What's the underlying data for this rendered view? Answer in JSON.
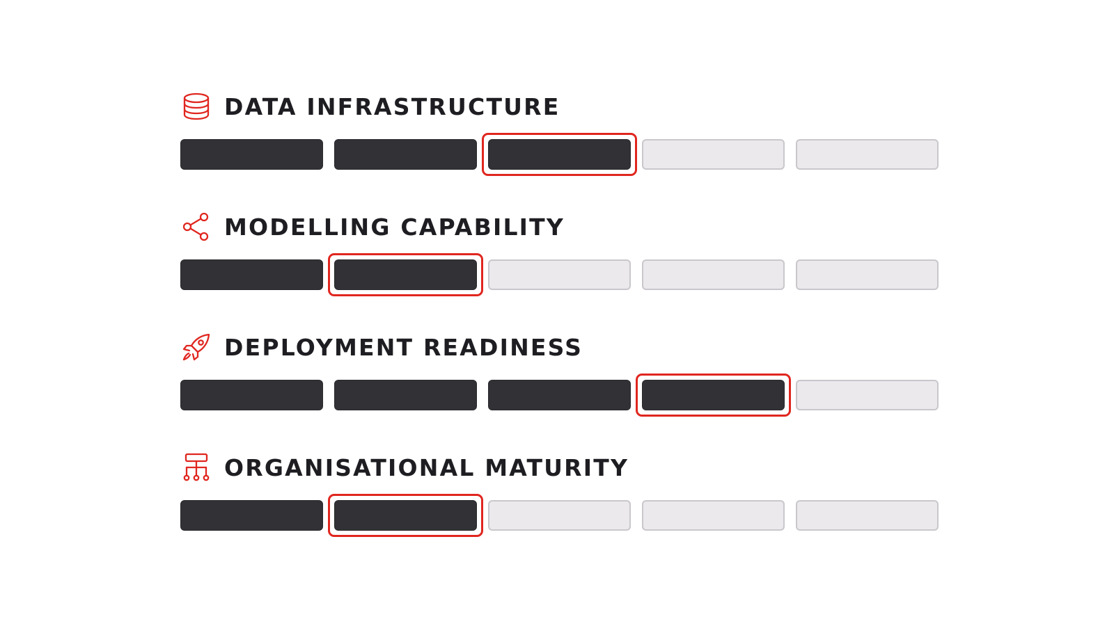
{
  "scale_size": 5,
  "accent_color": "#e0261f",
  "filled_color": "#323135",
  "empty_color": "#ebe9ec",
  "rows": [
    {
      "label": "DATA INFRASTRUCTURE",
      "icon": "database-icon",
      "level": 3
    },
    {
      "label": "MODELLING CAPABILITY",
      "icon": "share-nodes-icon",
      "level": 2
    },
    {
      "label": "DEPLOYMENT READINESS",
      "icon": "rocket-icon",
      "level": 4
    },
    {
      "label": "ORGANISATIONAL MATURITY",
      "icon": "org-chart-icon",
      "level": 2
    }
  ]
}
